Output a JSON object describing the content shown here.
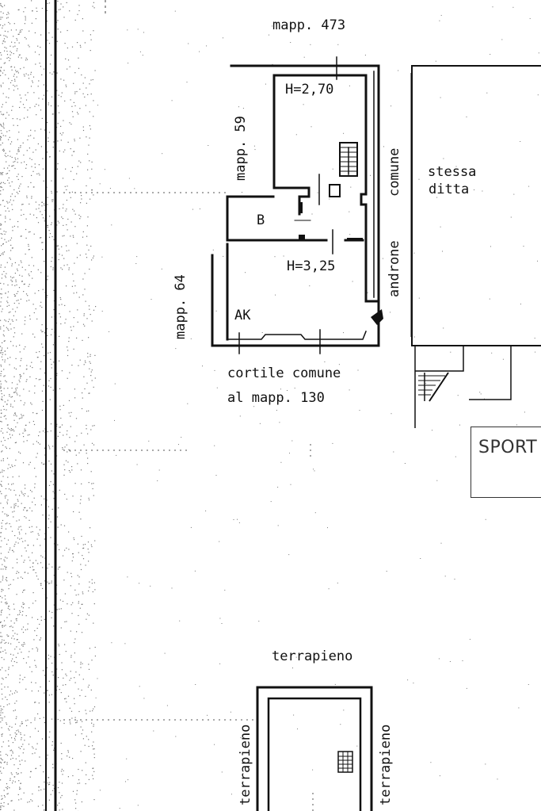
{
  "labels": {
    "mapp_473": "mapp. 473",
    "mapp_59": "mapp. 59",
    "mapp_64": "mapp. 64",
    "h_upper": "H=2,70",
    "h_lower": "H=3,25",
    "room_b": "B",
    "room_ak": "AK",
    "comune": "comune",
    "androne": "androne",
    "stessa": "stessa",
    "ditta": "ditta",
    "cortile_comune": "cortile  comune",
    "al_mapp": "al  mapp. 130",
    "sport": "SPORT",
    "terrapieno_top": "terrapieno",
    "terrapieno_left": "terrapieno",
    "terrapieno_right": "terrapieno"
  },
  "colors": {
    "ink": "#111111",
    "paper": "#ffffff"
  }
}
